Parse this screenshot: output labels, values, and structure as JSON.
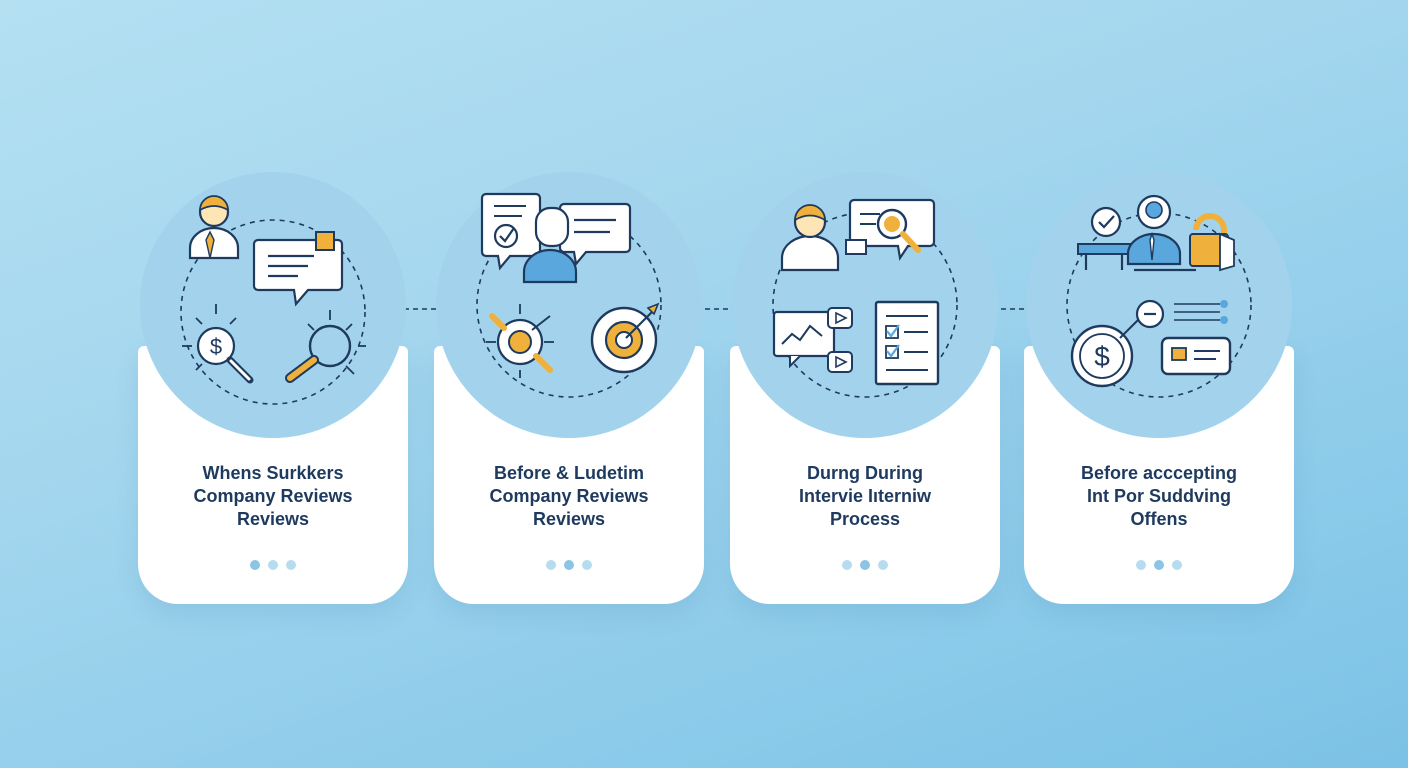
{
  "colors": {
    "navy": "#1e3a5f",
    "orange": "#f0b13c",
    "blue": "#5aa7de",
    "circle": "#a3d3ec",
    "card": "#ffffff"
  },
  "steps": [
    {
      "label_lines": [
        "Whens Surkkers",
        "Company Reviews",
        "Reviews"
      ],
      "icons": [
        "person-icon",
        "chat-bubble-icon",
        "dollar-magnifier-icon",
        "magnifier-icon"
      ],
      "active_dot": 0
    },
    {
      "label_lines": [
        "Before & Ludetim",
        "Company Reviews",
        "Reviews"
      ],
      "icons": [
        "checklist-bubble-icon",
        "person-icon",
        "chat-bubble-icon",
        "target-icon",
        "target-arrow-icon"
      ],
      "active_dot": 1
    },
    {
      "label_lines": [
        "Durng During",
        "Intervie Iıterniw",
        "Process"
      ],
      "icons": [
        "person-icon",
        "search-chat-icon",
        "video-chart-icon",
        "checklist-icon"
      ],
      "active_dot": 1
    },
    {
      "label_lines": [
        "Before acccepting",
        "Int Por Suddving",
        "Offens"
      ],
      "icons": [
        "checkmark-icon",
        "person-icon",
        "lock-icon",
        "dollar-target-icon",
        "id-card-icon"
      ],
      "active_dot": 1
    }
  ]
}
